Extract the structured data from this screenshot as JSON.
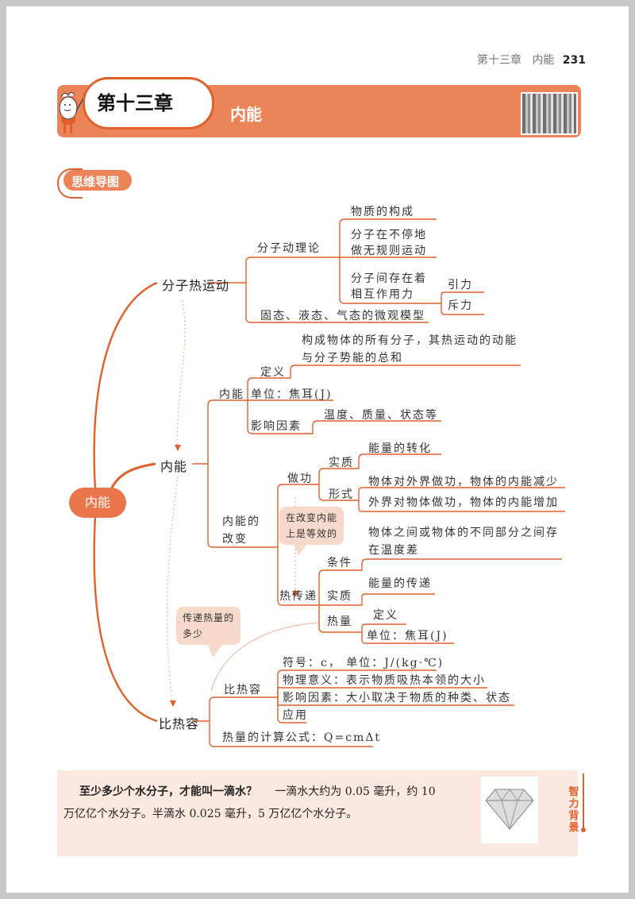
{
  "running_head": {
    "chapter": "第十三章",
    "title": "内能",
    "page_number": "231"
  },
  "banner": {
    "chapter_label": "第十三章",
    "chapter_title": "内能",
    "qr_icon": "qr-code-icon"
  },
  "section_tag": "思维导图",
  "mindmap": {
    "root": "内能",
    "branch1": {
      "label": "分子热运动",
      "sub1": {
        "label": "分子动理论",
        "items": [
          "物质的构成",
          "分子在不停地",
          "做无规则运动",
          "分子间存在着",
          "相互作用力"
        ],
        "forces": [
          "引力",
          "斥力"
        ]
      },
      "sub2": "固态、液态、气态的微观模型"
    },
    "branch2": {
      "label": "内能",
      "sub1": {
        "label": "内能",
        "definition_label": "定义",
        "definition_line1": "构成物体的所有分子，其热运动的动能",
        "definition_line2": "与分子势能的总和",
        "unit": "单位：焦耳(J)",
        "factors_label": "影响因素",
        "factors": "温度、质量、状态等"
      },
      "sub2": {
        "label_line1": "内能的",
        "label_line2": "改变",
        "work": {
          "label": "做功",
          "essence_label": "实质",
          "essence": "能量的转化",
          "form_label": "形式",
          "forms": [
            "物体对外界做功，物体的内能减少",
            "外界对物体做功，物体的内能增加"
          ]
        },
        "callout_line1": "在改变内能",
        "callout_line2": "上是等效的",
        "heat_transfer": {
          "label": "热传递",
          "condition_label": "条件",
          "condition_line1": "物体之间或物体的不同部分之间存",
          "condition_line2": "在温度差",
          "essence_label": "实质",
          "essence": "能量的传递",
          "heat_label": "热量",
          "heat_items": [
            "定义",
            "单位：焦耳(J)"
          ]
        }
      }
    },
    "branch3": {
      "label": "比热容",
      "callout_line1": "传递热量的",
      "callout_line2": "多少",
      "sub1": {
        "label": "比热容",
        "items": [
          "符号：c，  单位：J/(kg·℃)",
          "物理意义：表示物质吸热本领的大小",
          "影响因素：大小取决于物质的种类、状态",
          "应用"
        ]
      },
      "formula": "热量的计算公式：Q=cmΔt"
    }
  },
  "background_box": {
    "question": "至少多少个水分子，才能叫一滴水？",
    "answer_line1": "一滴水大约为 0.05 毫升，约 10",
    "answer_line2": "万亿亿个水分子。半滴水 0.025 毫升，5 万亿亿个水分子。",
    "side_label": [
      "智",
      "力",
      "背",
      "景"
    ],
    "image_icon": "diamond-image"
  },
  "colors": {
    "accent": "#ec8459",
    "line": "#e0602c",
    "callout_bg": "#f6d9cb",
    "box_bg": "#fbe9df"
  }
}
